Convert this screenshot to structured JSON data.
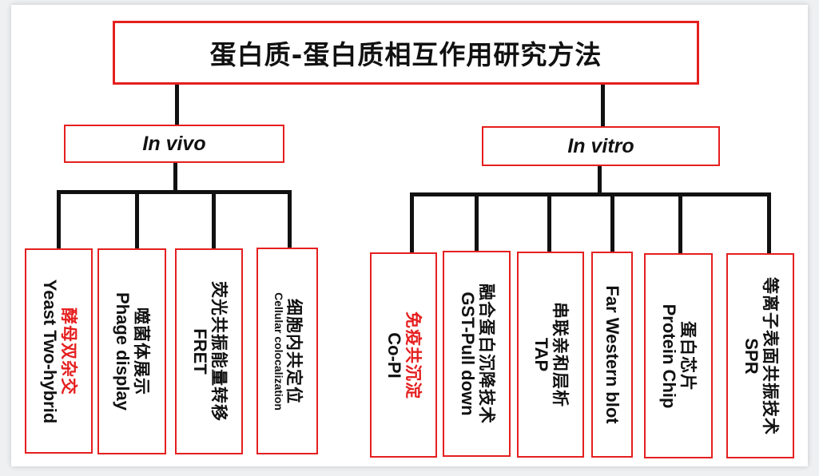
{
  "title": "蛋白质-蛋白质相互作用研究方法",
  "branches": {
    "in_vivo": {
      "label": "In vivo",
      "methods": [
        {
          "cn": "酵母双杂交",
          "en": "Yeast Two-hybrid"
        },
        {
          "cn": "噬菌体展示",
          "en": "Phage display"
        },
        {
          "cn": "荧光共振能量转移",
          "en": "FRET"
        },
        {
          "cn": "细胞内共定位",
          "en": "Cellular colocalization"
        }
      ]
    },
    "in_vitro": {
      "label": "In vitro",
      "methods": [
        {
          "cn": "免疫共沉淀",
          "en": "Co-PI"
        },
        {
          "cn": "融合蛋白沉降技术",
          "en": "GST-Pull down"
        },
        {
          "cn": "串联亲和层析",
          "en": "TAP"
        },
        {
          "cn": "",
          "en": "Far Western blot"
        },
        {
          "cn": "蛋白芯片",
          "en": "Protein Chip"
        },
        {
          "cn": "等离子表面共振技术",
          "en": "SPR"
        }
      ]
    }
  },
  "colors": {
    "box_border": "#e51f1f",
    "connector": "#111111",
    "highlight_text": "#e51f1f"
  }
}
